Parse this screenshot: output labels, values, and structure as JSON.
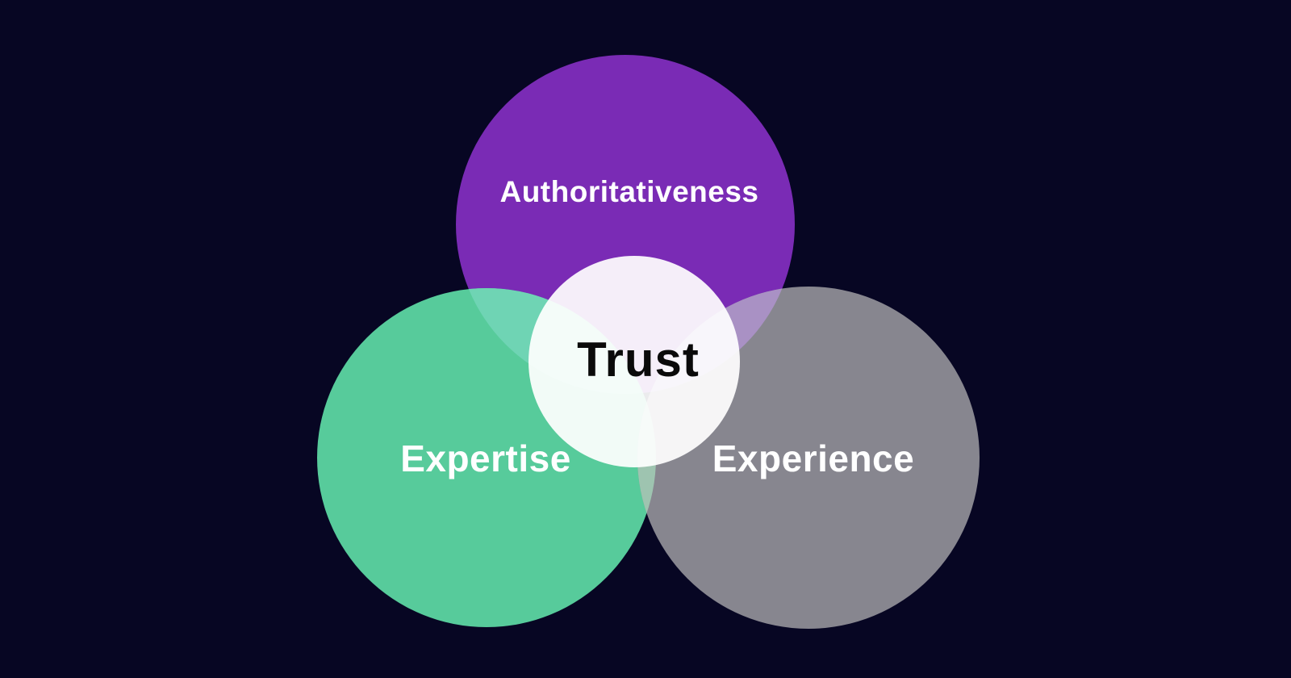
{
  "venn": {
    "center_label": "Trust",
    "circles": [
      {
        "id": "authoritativeness",
        "label": "Authoritativeness"
      },
      {
        "id": "expertise",
        "label": "Expertise"
      },
      {
        "id": "experience",
        "label": "Experience"
      }
    ]
  },
  "colors": {
    "background": "#070623",
    "authoritativeness_circle": "#7A2BB5",
    "expertise_circle": "#57CB9B",
    "experience_circle": "#87868F",
    "overlap_authoritativeness_expertise": "#6FD4B4",
    "overlap_authoritativeness_experience": "#A991C4",
    "overlap_expertise_experience": "#9EC4B0",
    "center_circle": "#FFFFFF",
    "center_text": "#0A0A0A",
    "label_text": "#FFFFFF"
  }
}
